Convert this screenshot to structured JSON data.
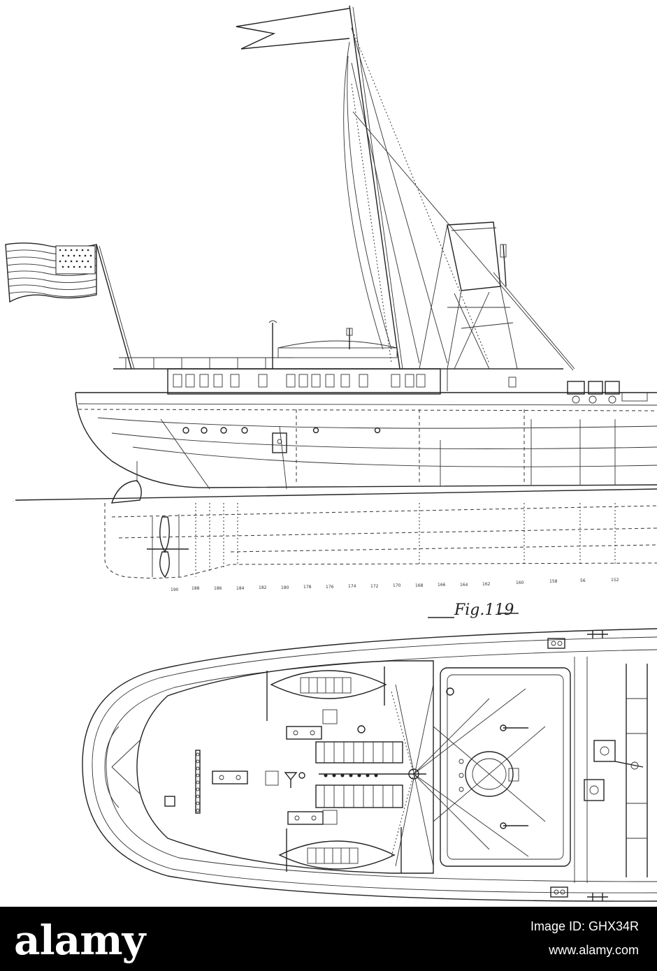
{
  "figure": {
    "caption": "Fig.119",
    "frame_numbers": [
      "190",
      "188",
      "186",
      "184",
      "182",
      "180",
      "178",
      "176",
      "174",
      "172",
      "170",
      "168",
      "166",
      "164",
      "162",
      "160",
      "158",
      "56",
      "152"
    ]
  },
  "watermark": {
    "brand": "alamy",
    "image_id": "Image ID: GHX34R",
    "site": "www.alamy.com"
  },
  "colors": {
    "ink": "#222222",
    "paper": "#ffffff",
    "footer_bg": "#000000",
    "footer_text": "#ffffff"
  }
}
